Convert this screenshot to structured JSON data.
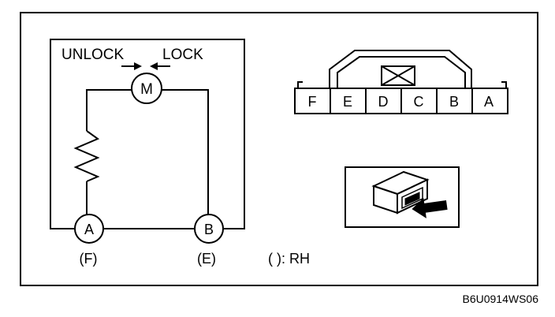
{
  "circuit": {
    "unlock_label": "UNLOCK",
    "lock_label": "LOCK",
    "motor_label": "M",
    "terminal_a_label": "A",
    "terminal_b_label": "B",
    "terminal_a_rh": "(F)",
    "terminal_b_rh": "(E)"
  },
  "legend_text": "( ): RH",
  "connector": {
    "pins": [
      "F",
      "E",
      "D",
      "C",
      "B",
      "A"
    ]
  },
  "figure_code": "B6U0914WS06"
}
